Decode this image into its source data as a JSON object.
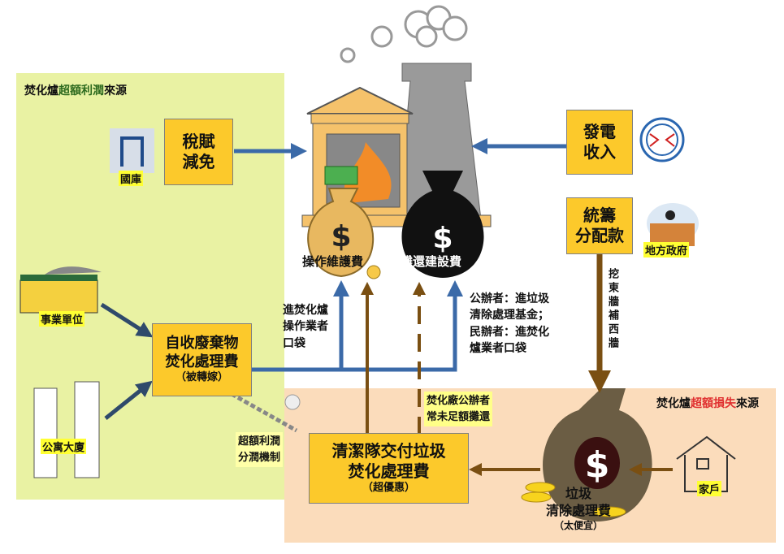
{
  "profit_source": {
    "prefix": "焚化爐",
    "highlight": "超額利潤",
    "suffix": "來源",
    "highlight_color": "#2e6b1f"
  },
  "loss_source": {
    "prefix": "焚化爐",
    "highlight": "超額損失",
    "suffix": "來源",
    "highlight_color": "#e03030"
  },
  "tax_box": {
    "line1": "稅賦",
    "line2": "減免"
  },
  "treasury_label": "國庫",
  "power_box": {
    "line1": "發電",
    "line2": "收入"
  },
  "allocation_box": {
    "line1": "統籌",
    "line2": "分配款"
  },
  "local_gov_label": "地方政府",
  "vertical_note": "挖東牆補西牆",
  "bag_operation": "操作維護費",
  "bag_construction": "攤還建設費",
  "operator_note": [
    "進焚化爐",
    "操作業者",
    "口袋"
  ],
  "public_private_note": [
    "公辦者：進垃圾",
    "清除處理基金；",
    "民辦者：進焚化",
    "爐業者口袋"
  ],
  "self_collected_box": {
    "line1": "自收廢棄物",
    "line2": "焚化處理費",
    "line3": "（被轉嫁）"
  },
  "business_label": "事業單位",
  "apartment_label": "公寓大廈",
  "profit_sharing": [
    "超額利潤",
    "分潤機制"
  ],
  "unpaid_note": [
    "焚化廠公辦者",
    "常未足額攤還"
  ],
  "cleaning_box": {
    "line1": "清潔隊交付垃圾",
    "line2": "焚化處理費",
    "line3": "（超優惠）"
  },
  "garbage_fee": {
    "line1": "垃圾",
    "line2": "清除處理費",
    "line3": "（太便宜）"
  },
  "household_label": "家戶",
  "colors": {
    "box": "#fcc92b",
    "blue_arrow": "#3b6aa8",
    "brown_arrow": "#7a4f12",
    "green_panel": "#e9f2a3",
    "peach_panel": "#fbdcbb"
  }
}
